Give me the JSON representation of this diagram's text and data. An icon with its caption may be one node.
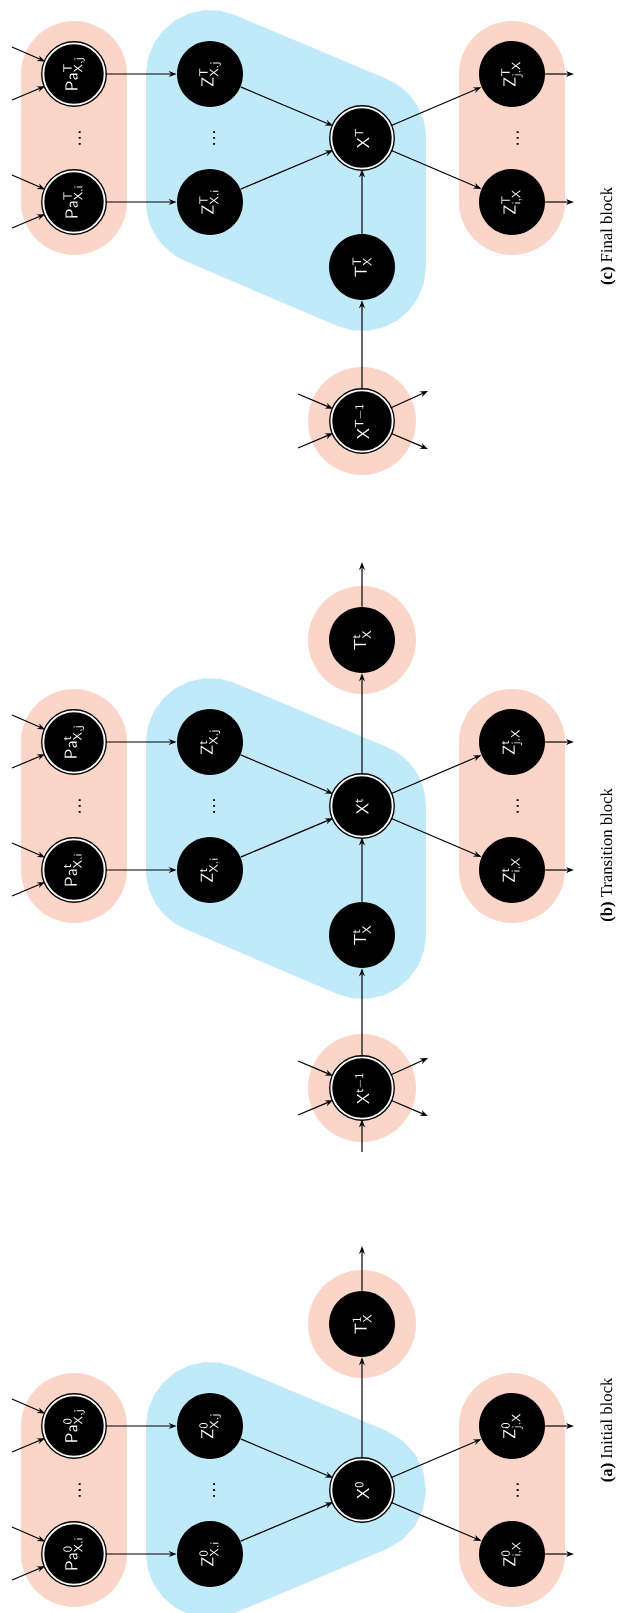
{
  "diagram": {
    "nodes": [
      {
        "text": [
          "…"
        ]
      },
      {
        "text": [
          "\\mathsf{Pa^{0}_{X,i}}"
        ],
        "in": 0
      },
      {
        "text": [
          "\\mathsf{Pa^{0}_{X,j}}"
        ],
        "in": 0
      },
      {
        "text": [
          "…"
        ]
      },
      {
        "text": [
          "\\mathsf{Z^{0}_{X,i}}"
        ],
        "in": 3
      },
      {
        "text": [
          "\\mathsf{Z^{0}_{X,j}}"
        ],
        "in": 3
      },
      {
        "text": [
          "\\mathsf{X^{0}}"
        ],
        "in": 3
      },
      {
        "text": [],
        "shape": "circle"
      },
      {
        "text": [
          "\\mathsf{T^{1}_{X}}"
        ],
        "in": 7
      },
      {
        "text": [
          "…"
        ]
      },
      {
        "text": [
          "\\mathsf{Z^{0}_{i,X}}"
        ],
        "in": 9
      },
      {
        "text": [
          "\\mathsf{Z^{0}_{j,X}}"
        ],
        "in": 9
      },
      {
        "text": [],
        "shape": "circle"
      },
      {
        "text": [
          "\\mathsf{X^{t-1}}"
        ],
        "in": 12
      },
      {
        "text": [
          "…"
        ]
      },
      {
        "text": [
          "\\mathsf{Pa^{t}_{X,i}}"
        ],
        "in": 14
      },
      {
        "text": [
          "\\mathsf{Pa^{t}_{X,j}}"
        ],
        "in": 14
      },
      {
        "text": [
          "…"
        ]
      },
      {
        "text": [
          "\\mathsf{T^{t}_{X}}"
        ],
        "in": 17
      },
      {
        "text": [
          "\\mathsf{Z^{t}_{X,i}}"
        ],
        "in": 17
      },
      {
        "text": [
          "\\mathsf{Z^{t}_{X,j}}"
        ],
        "in": 17
      },
      {
        "text": [
          "\\mathsf{X^{t}}"
        ],
        "in": 17
      },
      {
        "text": [],
        "shape": "circle"
      },
      {
        "text": [
          "\\mathsf{T^{t}_{X}}"
        ],
        "in": 22
      },
      {
        "text": [
          "…"
        ]
      },
      {
        "text": [
          "\\mathsf{Z^{t}_{i,X}}"
        ],
        "in": 24
      },
      {
        "text": [
          "\\mathsf{Z^{t}_{j,X}}"
        ],
        "in": 24
      },
      {
        "text": [],
        "shape": "circle"
      },
      {
        "text": [
          "\\mathsf{X^{T-1}}"
        ],
        "in": 27
      },
      {
        "text": [
          "…"
        ]
      },
      {
        "text": [
          "\\mathsf{Pa^{T}_{X,i}}"
        ],
        "in": 29
      },
      {
        "text": [
          "\\mathsf{Pa^{T}_{X,j}}"
        ],
        "in": 29
      },
      {
        "text": [
          "…"
        ]
      },
      {
        "text": [
          "\\mathsf{T^{T}_{X}}"
        ],
        "in": 32
      },
      {
        "text": [
          "\\mathsf{Z^{T}_{X,i}}"
        ],
        "in": 32
      },
      {
        "text": [
          "\\mathsf{Z^{T}_{X,j}}"
        ],
        "in": 32
      },
      {
        "text": [
          "\\mathsf{X^{T}}"
        ],
        "in": 32
      },
      {
        "text": [
          "…"
        ]
      },
      {
        "text": [
          "\\mathsf{Z^{T}_{i,X}}"
        ],
        "in": 37
      },
      {
        "text": [
          "\\mathsf{Z^{T}_{j,X}}"
        ],
        "in": 37
      }
    ],
    "edges": [
      {
        "from": null,
        "to": 1,
        "arrow": "to"
      },
      {
        "from": null,
        "to": 1,
        "arrow": "to"
      },
      {
        "from": null,
        "to": 2,
        "arrow": "to"
      },
      {
        "from": null,
        "to": 2,
        "arrow": "to"
      },
      {
        "from": 1,
        "to": 4,
        "arrow": "to"
      },
      {
        "from": 2,
        "to": 5,
        "arrow": "to"
      },
      {
        "from": 4,
        "to": 6,
        "arrow": "to"
      },
      {
        "from": 5,
        "to": 6,
        "arrow": "to"
      },
      {
        "from": 6,
        "to": 8,
        "arrow": "to"
      },
      {
        "from": 8,
        "to": null,
        "arrow": "to"
      },
      {
        "from": 6,
        "to": 10,
        "arrow": "to"
      },
      {
        "from": 6,
        "to": 11,
        "arrow": "to"
      },
      {
        "from": 10,
        "to": null,
        "arrow": "to"
      },
      {
        "from": 11,
        "to": null,
        "arrow": "to"
      },
      {
        "from": null,
        "to": 13,
        "arrow": "to"
      },
      {
        "from": null,
        "to": 13,
        "arrow": "to"
      },
      {
        "from": null,
        "to": 13,
        "arrow": "to"
      },
      {
        "from": 13,
        "to": null,
        "arrow": "to"
      },
      {
        "from": 13,
        "to": null,
        "arrow": "to"
      },
      {
        "from": 13,
        "to": 18,
        "arrow": "to"
      },
      {
        "from": 18,
        "to": 21,
        "arrow": "to"
      },
      {
        "from": null,
        "to": 15,
        "arrow": "to"
      },
      {
        "from": null,
        "to": 15,
        "arrow": "to"
      },
      {
        "from": null,
        "to": 16,
        "arrow": "to"
      },
      {
        "from": null,
        "to": 16,
        "arrow": "to"
      },
      {
        "from": 15,
        "to": 19,
        "arrow": "to"
      },
      {
        "from": 16,
        "to": 20,
        "arrow": "to"
      },
      {
        "from": 19,
        "to": 21,
        "arrow": "to"
      },
      {
        "from": 20,
        "to": 21,
        "arrow": "to"
      },
      {
        "from": 21,
        "to": 23,
        "arrow": "to"
      },
      {
        "from": 23,
        "to": null,
        "arrow": "to"
      },
      {
        "from": 21,
        "to": 25,
        "arrow": "to"
      },
      {
        "from": 21,
        "to": 26,
        "arrow": "to"
      },
      {
        "from": 25,
        "to": null,
        "arrow": "to"
      },
      {
        "from": 26,
        "to": null,
        "arrow": "to"
      },
      {
        "from": null,
        "to": 28,
        "arrow": "to"
      },
      {
        "from": null,
        "to": 28,
        "arrow": "to"
      },
      {
        "from": 28,
        "to": null,
        "arrow": "to"
      },
      {
        "from": 28,
        "to": null,
        "arrow": "to"
      },
      {
        "from": 28,
        "to": 33,
        "arrow": "to"
      },
      {
        "from": 33,
        "to": 36,
        "arrow": "to"
      },
      {
        "from": null,
        "to": 30,
        "arrow": "to"
      },
      {
        "from": null,
        "to": 30,
        "arrow": "to"
      },
      {
        "from": null,
        "to": 31,
        "arrow": "to"
      },
      {
        "from": null,
        "to": 31,
        "arrow": "to"
      },
      {
        "from": 30,
        "to": 34,
        "arrow": "to"
      },
      {
        "from": 31,
        "to": 35,
        "arrow": "to"
      },
      {
        "from": 34,
        "to": 36,
        "arrow": "to"
      },
      {
        "from": 35,
        "to": 36,
        "arrow": "to"
      },
      {
        "from": 36,
        "to": 38,
        "arrow": "to"
      },
      {
        "from": 36,
        "to": 39,
        "arrow": "to"
      },
      {
        "from": 38,
        "to": null,
        "arrow": "to"
      },
      {
        "from": 39,
        "to": null,
        "arrow": "to"
      }
    ],
    "labels": [
      "**(a)** Initial block",
      "**(b)** Transition block",
      "**(c)** Final block"
    ]
  }
}
